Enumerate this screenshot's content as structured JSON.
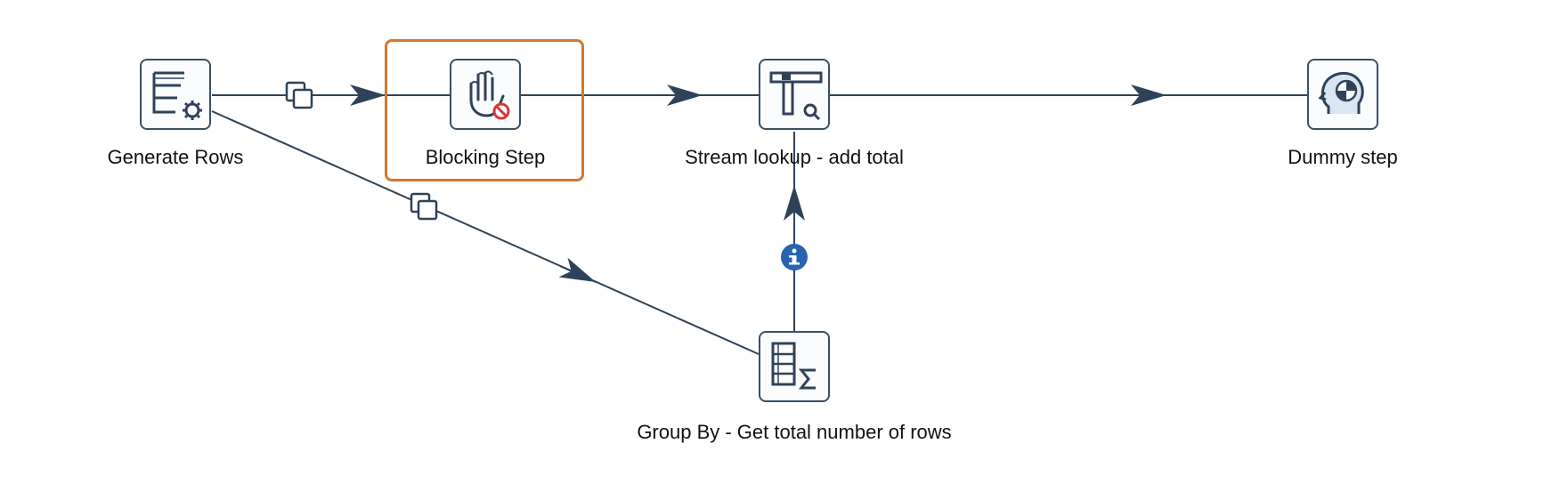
{
  "steps": {
    "generate_rows": {
      "label": "Generate Rows",
      "icon": "generate-rows-icon"
    },
    "blocking_step": {
      "label": "Blocking Step",
      "icon": "blocking-step-icon",
      "selected": true
    },
    "stream_lookup": {
      "label": "Stream lookup - add total",
      "icon": "stream-lookup-icon"
    },
    "dummy_step": {
      "label": "Dummy step",
      "icon": "dummy-step-icon"
    },
    "group_by": {
      "label": "Group By - Get total number of rows",
      "icon": "group-by-icon"
    }
  },
  "hops": [
    {
      "from": "Generate Rows",
      "to": "Blocking Step",
      "marker": "copy-icon"
    },
    {
      "from": "Generate Rows",
      "to": "Group By - Get total number of rows",
      "marker": "copy-icon"
    },
    {
      "from": "Blocking Step",
      "to": "Stream lookup - add total"
    },
    {
      "from": "Stream lookup - add total",
      "to": "Dummy step"
    },
    {
      "from": "Group By - Get total number of rows",
      "to": "Stream lookup - add total",
      "marker": "info-icon"
    }
  ],
  "colors": {
    "line": "#2f4259",
    "selection": "#d2782f",
    "info": "#2a63b0",
    "prohibit": "#d33a3a"
  }
}
